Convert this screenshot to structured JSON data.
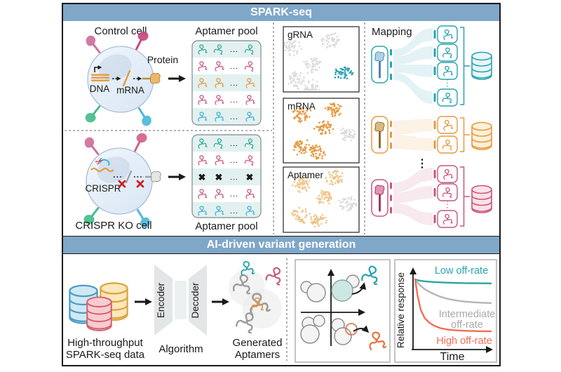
{
  "figure": {
    "header_top": "SPARK-seq",
    "header_bottom": "AI-driven variant generation"
  },
  "top_section": {
    "control_cell": {
      "title": "Control cell",
      "dna_label": "DNA",
      "mrna_label": "mRNA",
      "protein_label": "Protein"
    },
    "ko_cell": {
      "title": "CRISPR KO cell",
      "crispr_label": "CRISPR",
      "scissors_glyph": "✂"
    },
    "pools": [
      {
        "label": "Aptamer pool",
        "rows": [
          "teal",
          "pink",
          "orange",
          "pink",
          "blue"
        ],
        "ellipsis": "..."
      },
      {
        "label": "Aptamer pool",
        "rows": [
          "teal",
          "pink",
          "knockout",
          "pink",
          "blue"
        ],
        "ellipsis": "..."
      }
    ],
    "knockout_symbol": "✖",
    "panels": [
      {
        "label": "gRNA",
        "base_cluster_color": "gray",
        "highlight_cluster_color": "teal"
      },
      {
        "label": "mRNA",
        "base_cluster_color": "orange",
        "highlight_cluster_color": "gray"
      },
      {
        "label": "Aptamer",
        "base_cluster_color": "orange_light",
        "highlight_cluster_color": "gray"
      }
    ],
    "mapping": {
      "title": "Mapping",
      "ellipsis": "⋮",
      "rows": [
        {
          "color": "teal",
          "aptamer_boxes": 4
        },
        {
          "color": "orange",
          "aptamer_boxes": 2
        },
        {
          "color": "pink",
          "aptamer_boxes": 3
        }
      ]
    }
  },
  "bottom_section": {
    "data_stack_label": [
      "High-throughput",
      "SPARK-seq data"
    ],
    "algorithm": {
      "encoder": "Encoder",
      "decoder": "Decoder",
      "label": "Algorithm"
    },
    "generated_label": [
      "Generated",
      "Aptamers"
    ]
  },
  "chart_data": {
    "type": "line",
    "title": "",
    "xlabel": "Time",
    "ylabel": "Relative response",
    "x_axis_numeric": false,
    "x": [
      0,
      0.4,
      0.9,
      1.5,
      2.2,
      3,
      4,
      5,
      6,
      7,
      8,
      9,
      10,
      11,
      12
    ],
    "series": [
      {
        "name": "Low off-rate",
        "color": "#2aa79b",
        "label_color": "#2aa3b2",
        "values": [
          1.0,
          0.988,
          0.979,
          0.972,
          0.967,
          0.962,
          0.957,
          0.953,
          0.95,
          0.948,
          0.946,
          0.945,
          0.944,
          0.943,
          0.942
        ]
      },
      {
        "name": "Intermediate off-rate",
        "label_lines": [
          "Intermediate",
          "off-rate"
        ],
        "color": "#b5b5b5",
        "label_color": "#a9a9a9",
        "values": [
          1.0,
          0.952,
          0.905,
          0.862,
          0.825,
          0.79,
          0.752,
          0.726,
          0.707,
          0.693,
          0.682,
          0.674,
          0.669,
          0.665,
          0.662
        ]
      },
      {
        "name": "High off-rate",
        "color": "#f07055",
        "label_color": "#f07055",
        "values": [
          1.0,
          0.76,
          0.565,
          0.45,
          0.385,
          0.34,
          0.305,
          0.287,
          0.277,
          0.271,
          0.267,
          0.264,
          0.262,
          0.261,
          0.26
        ]
      }
    ]
  },
  "colors": {
    "headerBlue": "#7fa7c8",
    "teal": "#2aa3b2",
    "tealGreen": "#2aa79b",
    "orange": "#e8993f",
    "orangeLight": "#f0c488",
    "pink": "#c9557c",
    "blue": "#3fb0d8",
    "red": "#cc2129",
    "grayCluster": "#dcdcdc",
    "grayCurve": "#b5b5b5",
    "salmon": "#f07055",
    "stripe": "#e2f1f0",
    "grayApt": "#9c9c9c",
    "cellFill": "#e7eff8",
    "cellEdge": "#a9bed8",
    "dbBlueFill": "#cfe9f4",
    "dbBlueEdge": "#4c9cc4",
    "dbYellowFill": "#fbe7ba",
    "dbYellowEdge": "#dca23f",
    "dbPinkFill": "#f8ccd1",
    "dbPinkEdge": "#d2606f"
  }
}
